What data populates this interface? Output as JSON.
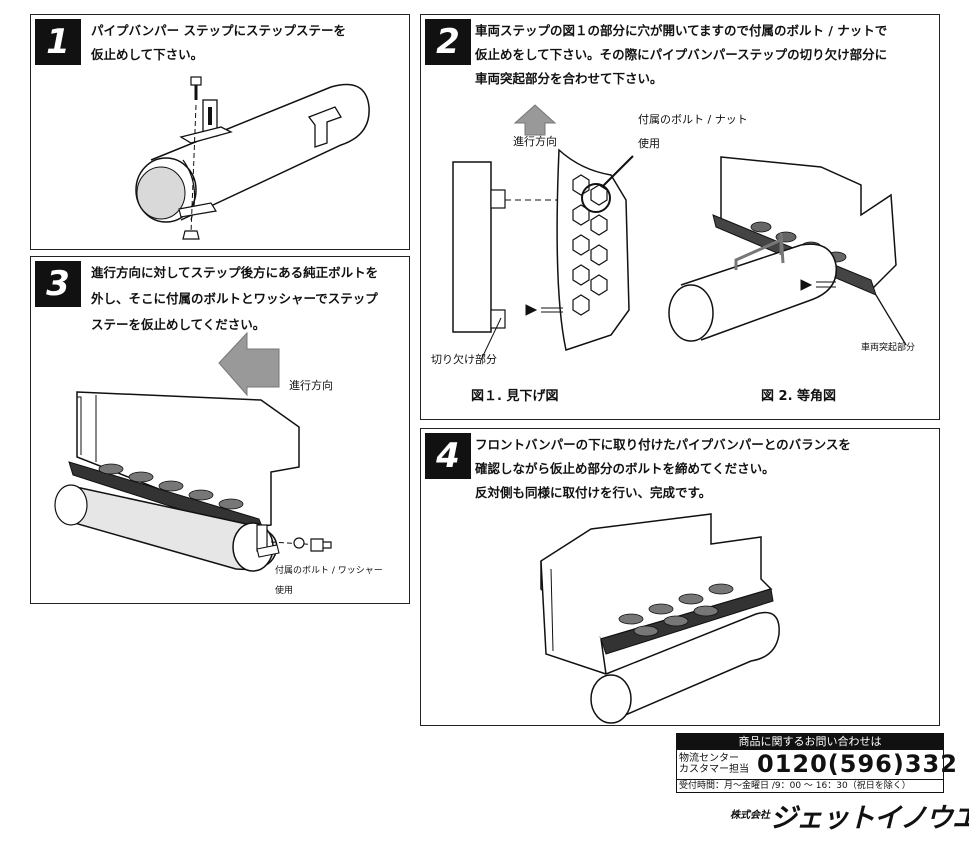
{
  "step1": {
    "number": "1",
    "lines": [
      "パイプバンパー ステップにステップステーを",
      "仮止めして下さい。"
    ]
  },
  "step2": {
    "number": "2",
    "lines": [
      "車両ステップの図１の部分に穴が開いてますので付属のボルト / ナットで",
      "仮止めをして下さい。その際にパイプバンパーステップの切り欠け部分に",
      "車両突起部分を合わせて下さい。"
    ],
    "label_direction": "進行方向",
    "label_bolt_line1": "付属のボルト / ナット",
    "label_bolt_line2": "使用",
    "label_notch": "切り欠け部分",
    "label_protrusion": "車両突起部分",
    "fig1_caption": "図１.  見下げ図",
    "fig2_caption": "図 2. 等角図"
  },
  "step3": {
    "number": "3",
    "lines": [
      "進行方向に対してステップ後方にある純正ボルトを",
      "外し、そこに付属のボルトとワッシャーでステップ",
      "ステーを仮止めしてください。"
    ],
    "label_direction": "進行方向",
    "label_bolt_line1": "付属のボルト / ワッシャー",
    "label_bolt_line2": "使用"
  },
  "step4": {
    "number": "4",
    "lines": [
      "フロントバンパーの下に取り付けたパイプバンパーとのバランスを",
      "確認しながら仮止め部分のボルトを締めてください。",
      "反対側も同様に取付けを行い、完成です。"
    ]
  },
  "contact": {
    "heading": "商品に関するお問い合わせは",
    "line1": "物流センター",
    "line2": "カスタマー担当",
    "phone": "0120(596)332",
    "hours": "受付時間：月～金曜日 /9：00 ～ 16：30（祝日を除く）"
  },
  "company": {
    "prefix": "株式会社",
    "name": "ジェットイノウエ"
  }
}
